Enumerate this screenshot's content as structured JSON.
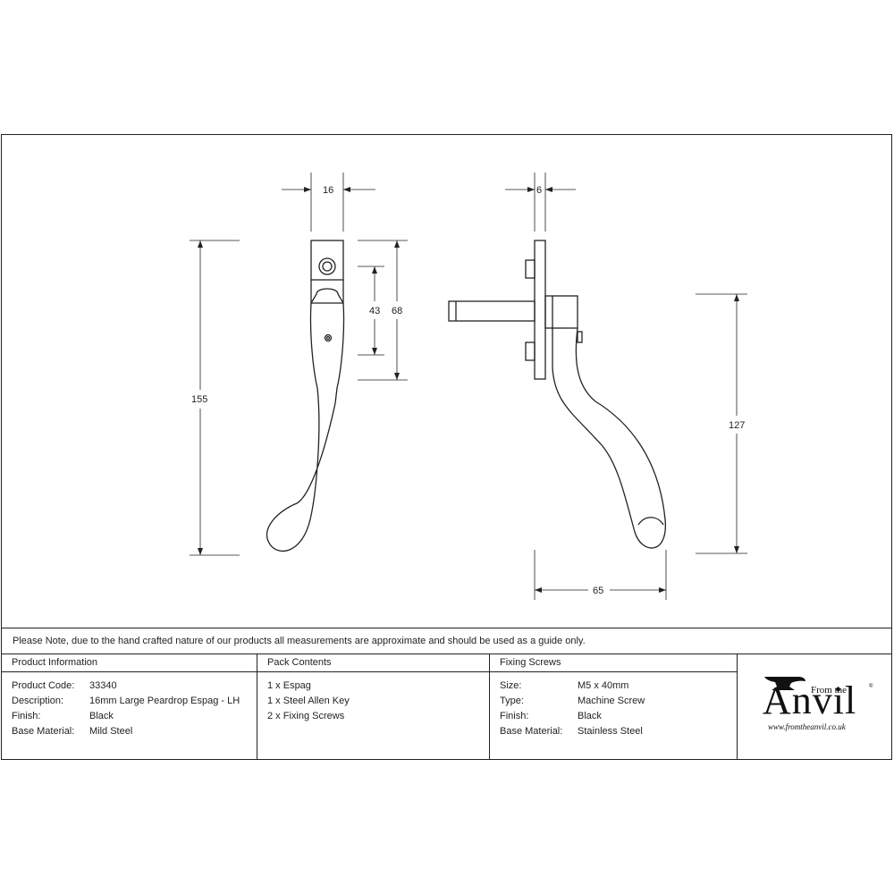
{
  "drawing": {
    "dimensions": {
      "front_width": "16",
      "side_depth": "6",
      "front_inner_height": "43",
      "front_plate_height": "68",
      "overall_height": "155",
      "side_height": "127",
      "side_projection": "65"
    }
  },
  "note": "Please Note, due to the hand crafted nature of our products all measurements are approximate and should be used as a guide only.",
  "product": {
    "heading": "Product Information",
    "rows": [
      {
        "label": "Product Code:",
        "value": "33340"
      },
      {
        "label": "Description:",
        "value": "16mm Large Peardrop Espag - LH"
      },
      {
        "label": "Finish:",
        "value": "Black"
      },
      {
        "label": "Base Material:",
        "value": "Mild Steel"
      }
    ]
  },
  "pack": {
    "heading": "Pack Contents",
    "items": [
      "1 x Espag",
      "1 x Steel Allen Key",
      "2 x Fixing Screws"
    ]
  },
  "screws": {
    "heading": "Fixing Screws",
    "rows": [
      {
        "label": "Size:",
        "value": "M5 x 40mm"
      },
      {
        "label": "Type:",
        "value": "Machine Screw"
      },
      {
        "label": "Finish:",
        "value": "Black"
      },
      {
        "label": "Base Material:",
        "value": "Stainless Steel"
      }
    ]
  },
  "logo": {
    "word": "Anvil",
    "from": "From the",
    "reg": "®",
    "url": "www.fromtheanvil.co.uk"
  }
}
